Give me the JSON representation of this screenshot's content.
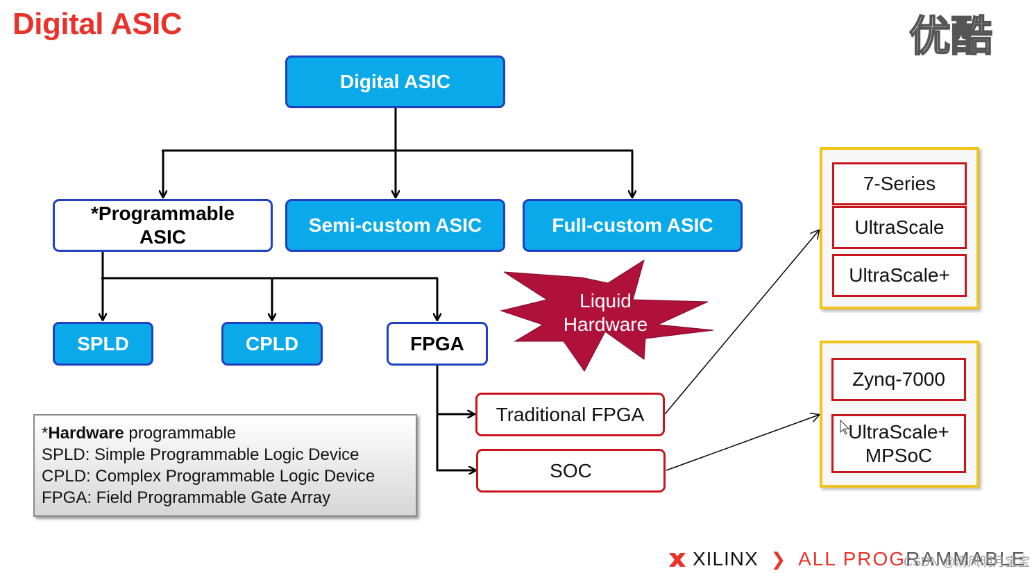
{
  "title": "Digital ASIC",
  "watermark": "优酷",
  "nodes": {
    "root": "Digital ASIC",
    "programmable_1": "*Programmable",
    "programmable_2": "ASIC",
    "semi_custom": "Semi-custom ASIC",
    "full_custom": "Full-custom ASIC",
    "spld": "SPLD",
    "cpld": "CPLD",
    "fpga": "FPGA",
    "traditional_fpga": "Traditional FPGA",
    "soc": "SOC"
  },
  "starburst": {
    "line1": "Liquid",
    "line2": "Hardware",
    "fill_color": "#b0113a"
  },
  "fpga_families": [
    "7-Series",
    "UltraScale",
    "UltraScale+"
  ],
  "soc_families": {
    "item1": "Zynq-7000",
    "item2_line1": "UltraScale+",
    "item2_line2": "MPSoC"
  },
  "legend": {
    "line1_bold": "Hardware",
    "line1_prefix": "*",
    "line1_rest": " programmable",
    "line2": "SPLD: Simple Programmable Logic Device",
    "line3": "CPLD: Complex Programmable Logic Device",
    "line4": "FPGA: Field Programmable Gate Array"
  },
  "footer": {
    "brand": "XILINX",
    "tagline_a": "ALL PROG",
    "tagline_b": "RAMMABLE",
    "overlay": "CSDN @清风明月宝宝"
  },
  "colors": {
    "title_red": "#e8322a",
    "box_blue": "#09a9ea",
    "border_blue": "#1f3fc2",
    "box_red_border": "#c8151d",
    "panel_yellow": "#f0c419"
  }
}
